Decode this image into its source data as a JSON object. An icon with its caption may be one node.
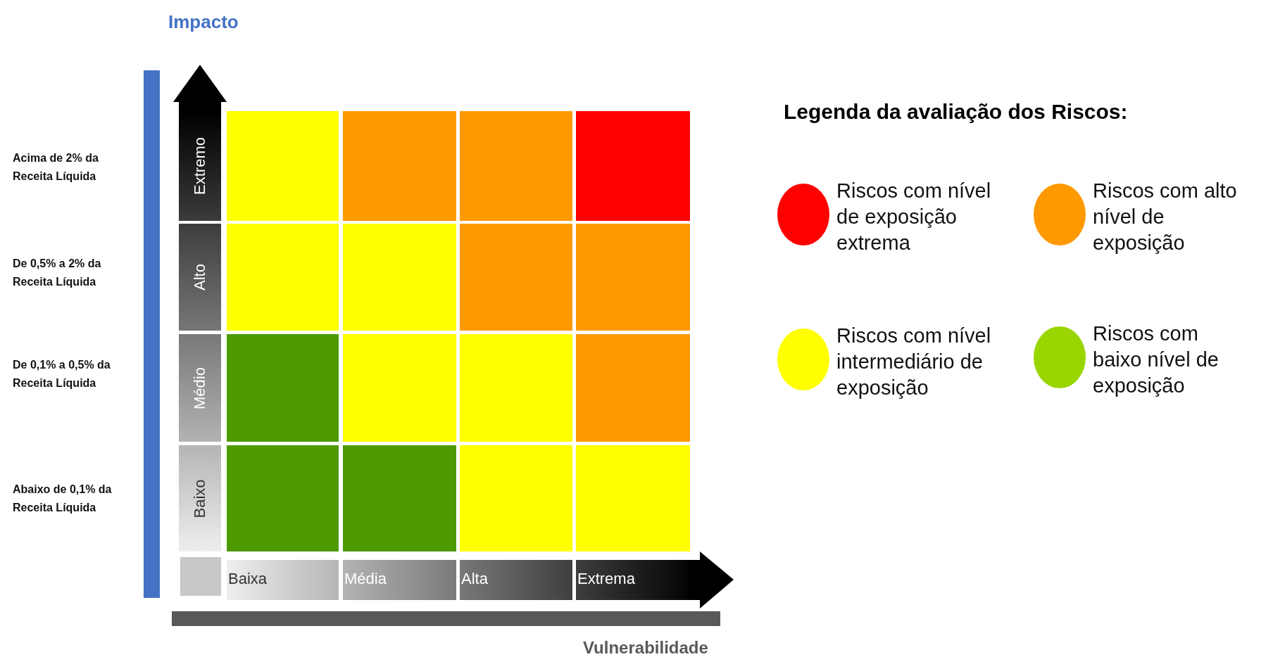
{
  "diagram": {
    "labels": [
      "Impacto",
      "Acima de 2% da Receita Líquida",
      "De 0,5% a 2% da Receita Líquida",
      "De 0,1% a 0,5% da Receita Líquida",
      "Abaixo de 0,1% da Receita Líquida",
      "Extremo",
      "Alto",
      "Médio",
      "Baixo",
      "Baixa",
      "Média",
      "Alta",
      "Extrema",
      "Vulnerabilidade",
      "Legenda da avaliação dos Riscos:"
    ],
    "legend": [
      {
        "text": "Riscos com nível de exposição extrema",
        "color": "#ff0000"
      },
      {
        "text": "Riscos com alto nível de exposição",
        "color": "#ff9900"
      },
      {
        "text": "Riscos com nível intermediário de exposição",
        "color": "#ffff00"
      },
      {
        "text": "Riscos com baixo nível de exposição",
        "color": "#99d600"
      }
    ]
  }
}
